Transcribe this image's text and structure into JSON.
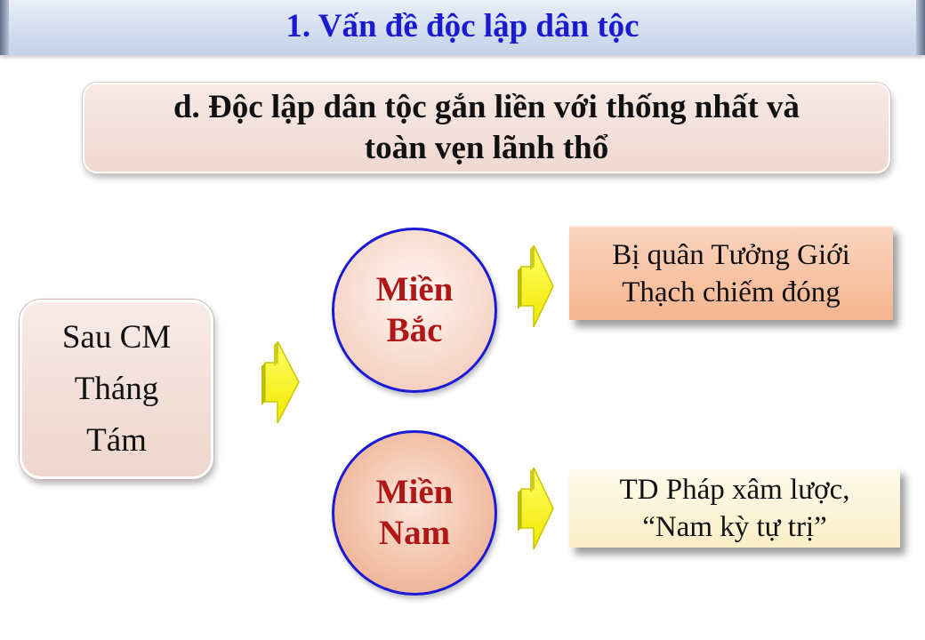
{
  "header": {
    "title": "1. Vấn đề độc lập dân tộc"
  },
  "subtitle": {
    "line1": "d. Độc lập dân tộc gắn liền với thống nhất và",
    "line2": "toàn vẹn lãnh thổ"
  },
  "diagram": {
    "source": {
      "line1": "Sau CM",
      "line2": "Tháng",
      "line3": "Tám"
    },
    "north": {
      "region_line1": "Miền",
      "region_line2": "Bắc",
      "detail_line1": "Bị quân Tưởng Giới",
      "detail_line2": "Thạch chiếm đóng"
    },
    "south": {
      "region_line1": "Miền",
      "region_line2": "Nam",
      "detail_line1": "TD Pháp xâm lược,",
      "detail_line2": "“Nam kỳ tự trị”"
    }
  },
  "colors": {
    "title": "#1a1ad0",
    "region_text": "#b01818",
    "circle_border": "#1b1bd6",
    "arrow_fill": "#ffff00",
    "north_box": "#f5b58f",
    "south_box": "#fbefc7"
  },
  "icons": {
    "arrow": "right-arrow-icon"
  }
}
